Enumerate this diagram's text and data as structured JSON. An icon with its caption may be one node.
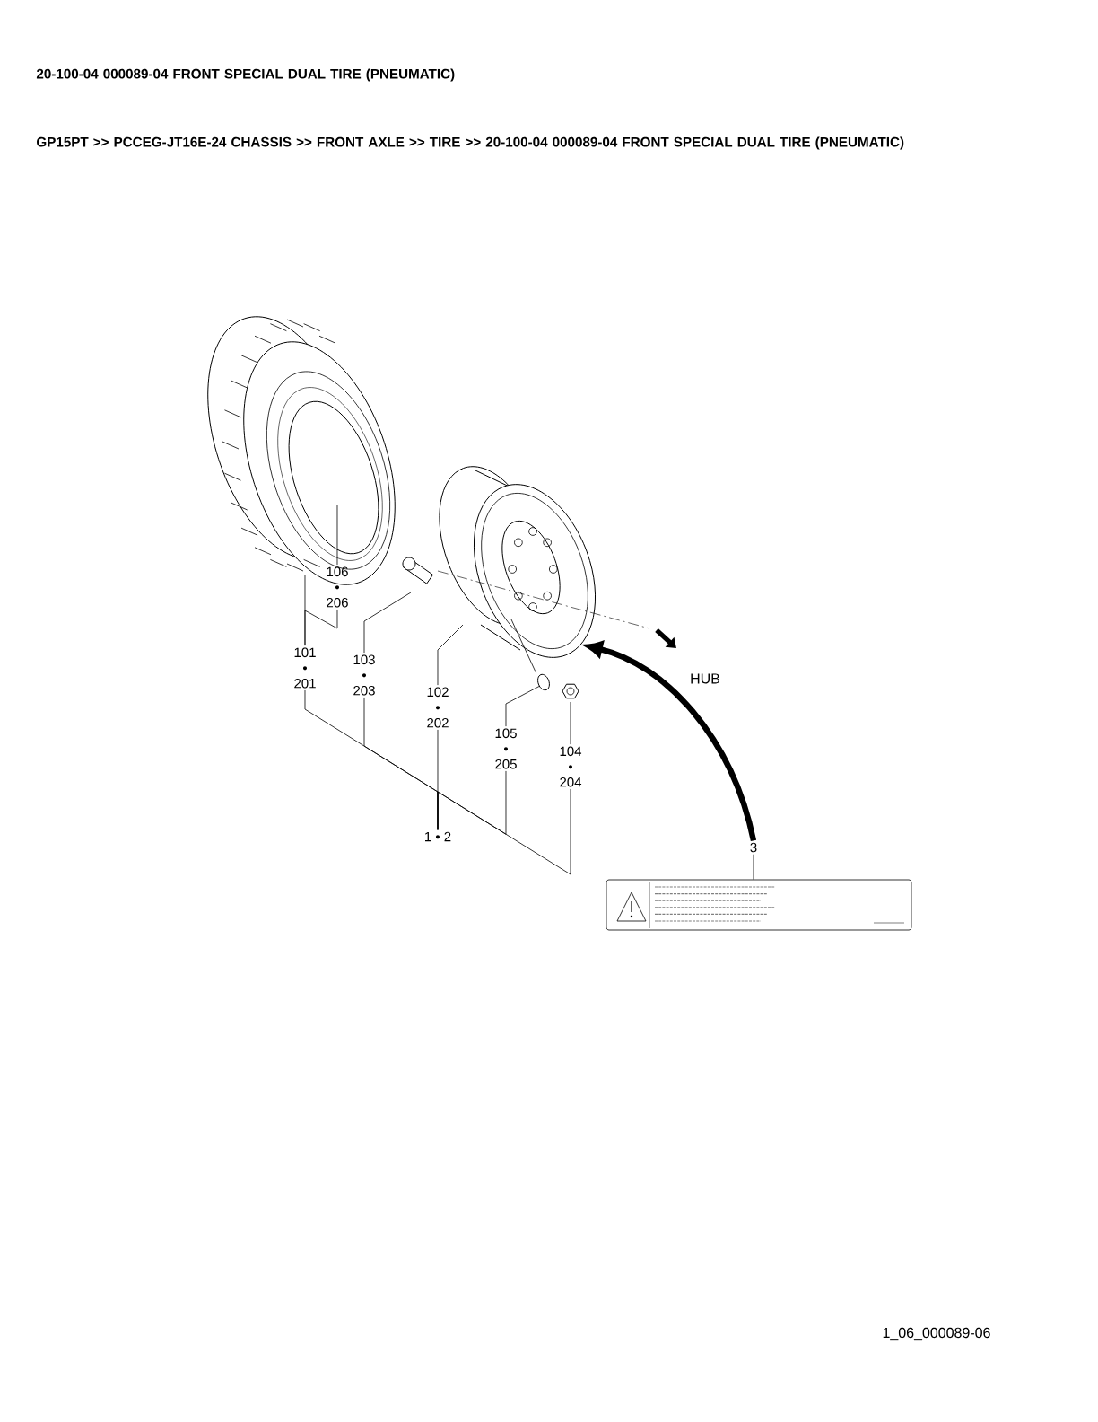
{
  "diagram": {
    "title": "20-100-04 000089-04 FRONT SPECIAL DUAL TIRE (PNEUMATIC)",
    "nodes": [
      {
        "text": [],
        "shape": "picture"
      },
      {
        "text": [],
        "shape": "picture"
      },
      {
        "text": [],
        "shape": "picture"
      },
      {
        "text": [],
        "shape": "picture"
      },
      {
        "text": [],
        "shape": "picture"
      },
      {
        "text": [],
        "shape": "picture"
      },
      {
        "text": [
          "106 • 206"
        ]
      },
      {
        "text": [
          "101 • 201"
        ]
      },
      {
        "text": [
          "103 • 203"
        ]
      },
      {
        "text": [
          "102 • 202"
        ]
      },
      {
        "text": [
          "105 • 205"
        ]
      },
      {
        "text": [
          "104 • 204"
        ]
      },
      {
        "text": [
          "1 • 2"
        ]
      },
      {
        "text": [
          "3"
        ]
      }
    ],
    "edges": [
      {
        "from": 6,
        "to": 0,
        "arrow": "none"
      },
      {
        "from": 7,
        "to": 0,
        "arrow": "none"
      },
      {
        "from": 6,
        "to": 7,
        "arrow": "none"
      },
      {
        "from": 8,
        "to": 2,
        "arrow": "none"
      },
      {
        "from": 9,
        "to": 1,
        "arrow": "none"
      },
      {
        "from": 10,
        "to": 3,
        "arrow": "none"
      },
      {
        "from": 11,
        "to": 4,
        "arrow": "none"
      },
      {
        "from": 13,
        "to": 5,
        "arrow": "none"
      },
      {
        "from": 12,
        "to": 7,
        "arrow": "none"
      },
      {
        "from": 12,
        "to": 8,
        "arrow": "none"
      },
      {
        "from": 12,
        "to": 9,
        "arrow": "none"
      },
      {
        "from": 12,
        "to": 10,
        "arrow": "none"
      },
      {
        "from": 12,
        "to": 11,
        "arrow": "none"
      },
      {
        "from": 13,
        "to": 1,
        "arrow": "to",
        "style": "thick"
      },
      {
        "from": 1,
        "to": 3,
        "arrow": "none"
      }
    ],
    "labels": [
      "GP15PT >> PCCEG-JT16E-24 CHASSIS >> FRONT AXLE >> TIRE >> 20-100-04 000089-04 FRONT SPECIAL DUAL TIRE (PNEUMATIC)",
      "HUB",
      "1_06_000089-06"
    ]
  }
}
